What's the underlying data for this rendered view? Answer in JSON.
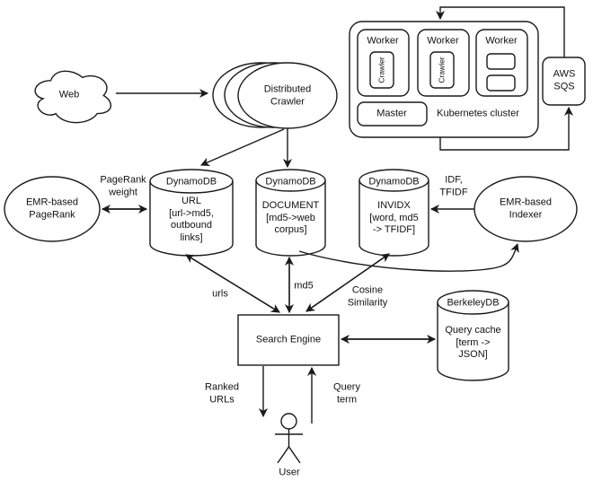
{
  "diagram": {
    "web": {
      "label": "Web"
    },
    "crawler": {
      "label": "Distributed\nCrawler"
    },
    "kubernetes": {
      "cluster_label": "Kubernetes cluster",
      "master_label": "Master",
      "workers": [
        {
          "label": "Worker",
          "inner": "Crawler"
        },
        {
          "label": "Worker",
          "inner": "Crawler"
        },
        {
          "label": "Worker"
        }
      ]
    },
    "sqs": {
      "label": "AWS\nSQS"
    },
    "databases": {
      "url": {
        "type": "DynamoDB",
        "body": "URL\n[url->md5,\noutbound\nlinks]"
      },
      "document": {
        "type": "DynamoDB",
        "body": "DOCUMENT\n[md5->web\ncorpus]"
      },
      "invidx": {
        "type": "DynamoDB",
        "body": "INVIDX\n[word, md5\n-> TFIDF]"
      },
      "query_cache": {
        "type": "BerkeleyDB",
        "body": "Query cache\n[term ->\nJSON]"
      }
    },
    "pagerank": {
      "label": "EMR-based\nPageRank"
    },
    "indexer": {
      "label": "EMR-based Indexer"
    },
    "search_engine": {
      "label": "Search Engine"
    },
    "user": {
      "label": "User"
    },
    "edge_labels": {
      "pagerank_weight": "PageRank\nweight",
      "idf_tfidf": "IDF,\nTFIDF",
      "urls": "urls",
      "md5": "md5",
      "cosine_similarity": "Cosine\nSimilarity",
      "ranked_urls": "Ranked\nURLs",
      "query_term": "Query\nterm"
    },
    "colors": {
      "stroke": "#1a1a1a",
      "background": "#ffffff",
      "text": "#111111"
    }
  }
}
